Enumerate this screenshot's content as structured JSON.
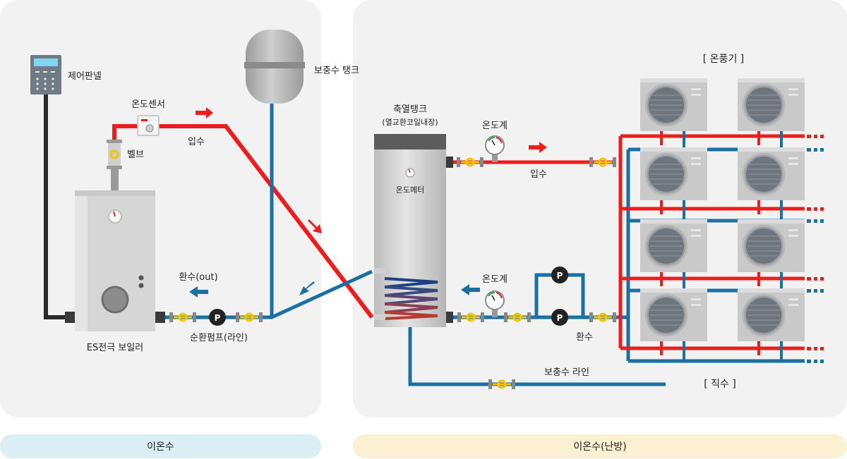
{
  "labels": {
    "control_panel": "제어판넬",
    "temp_sensor": "온도센서",
    "valve": "벨브",
    "boiler": "ES전극 보일러",
    "inlet_left": "입수",
    "return_out": "환수(out)",
    "circ_pump": "순환펌프(라인)",
    "expansion_tank": "보충수 탱크",
    "storage_tank": "축열탱크",
    "storage_tank_sub": "(열교환코일내장)",
    "temp_meter": "온도메터",
    "thermometer_top": "온도계",
    "thermometer_bottom": "온도계",
    "inlet_right": "입수",
    "return_right": "환수",
    "fan_coil": "[ 온풍기 ]",
    "direct_water": "[ 직수 ]",
    "makeup_line": "보충수 라인"
  },
  "pump_letter": "P",
  "sections": {
    "left": "이온수",
    "right": "이온수(난방)"
  },
  "colors": {
    "hot_pipe": "#ee1c1c",
    "cold_pipe": "#1a6fa3",
    "panel_bg": "#f2f2f2",
    "left_bar": "#d9eef5",
    "right_bar": "#fbf0d2",
    "valve": "#f5c400"
  }
}
